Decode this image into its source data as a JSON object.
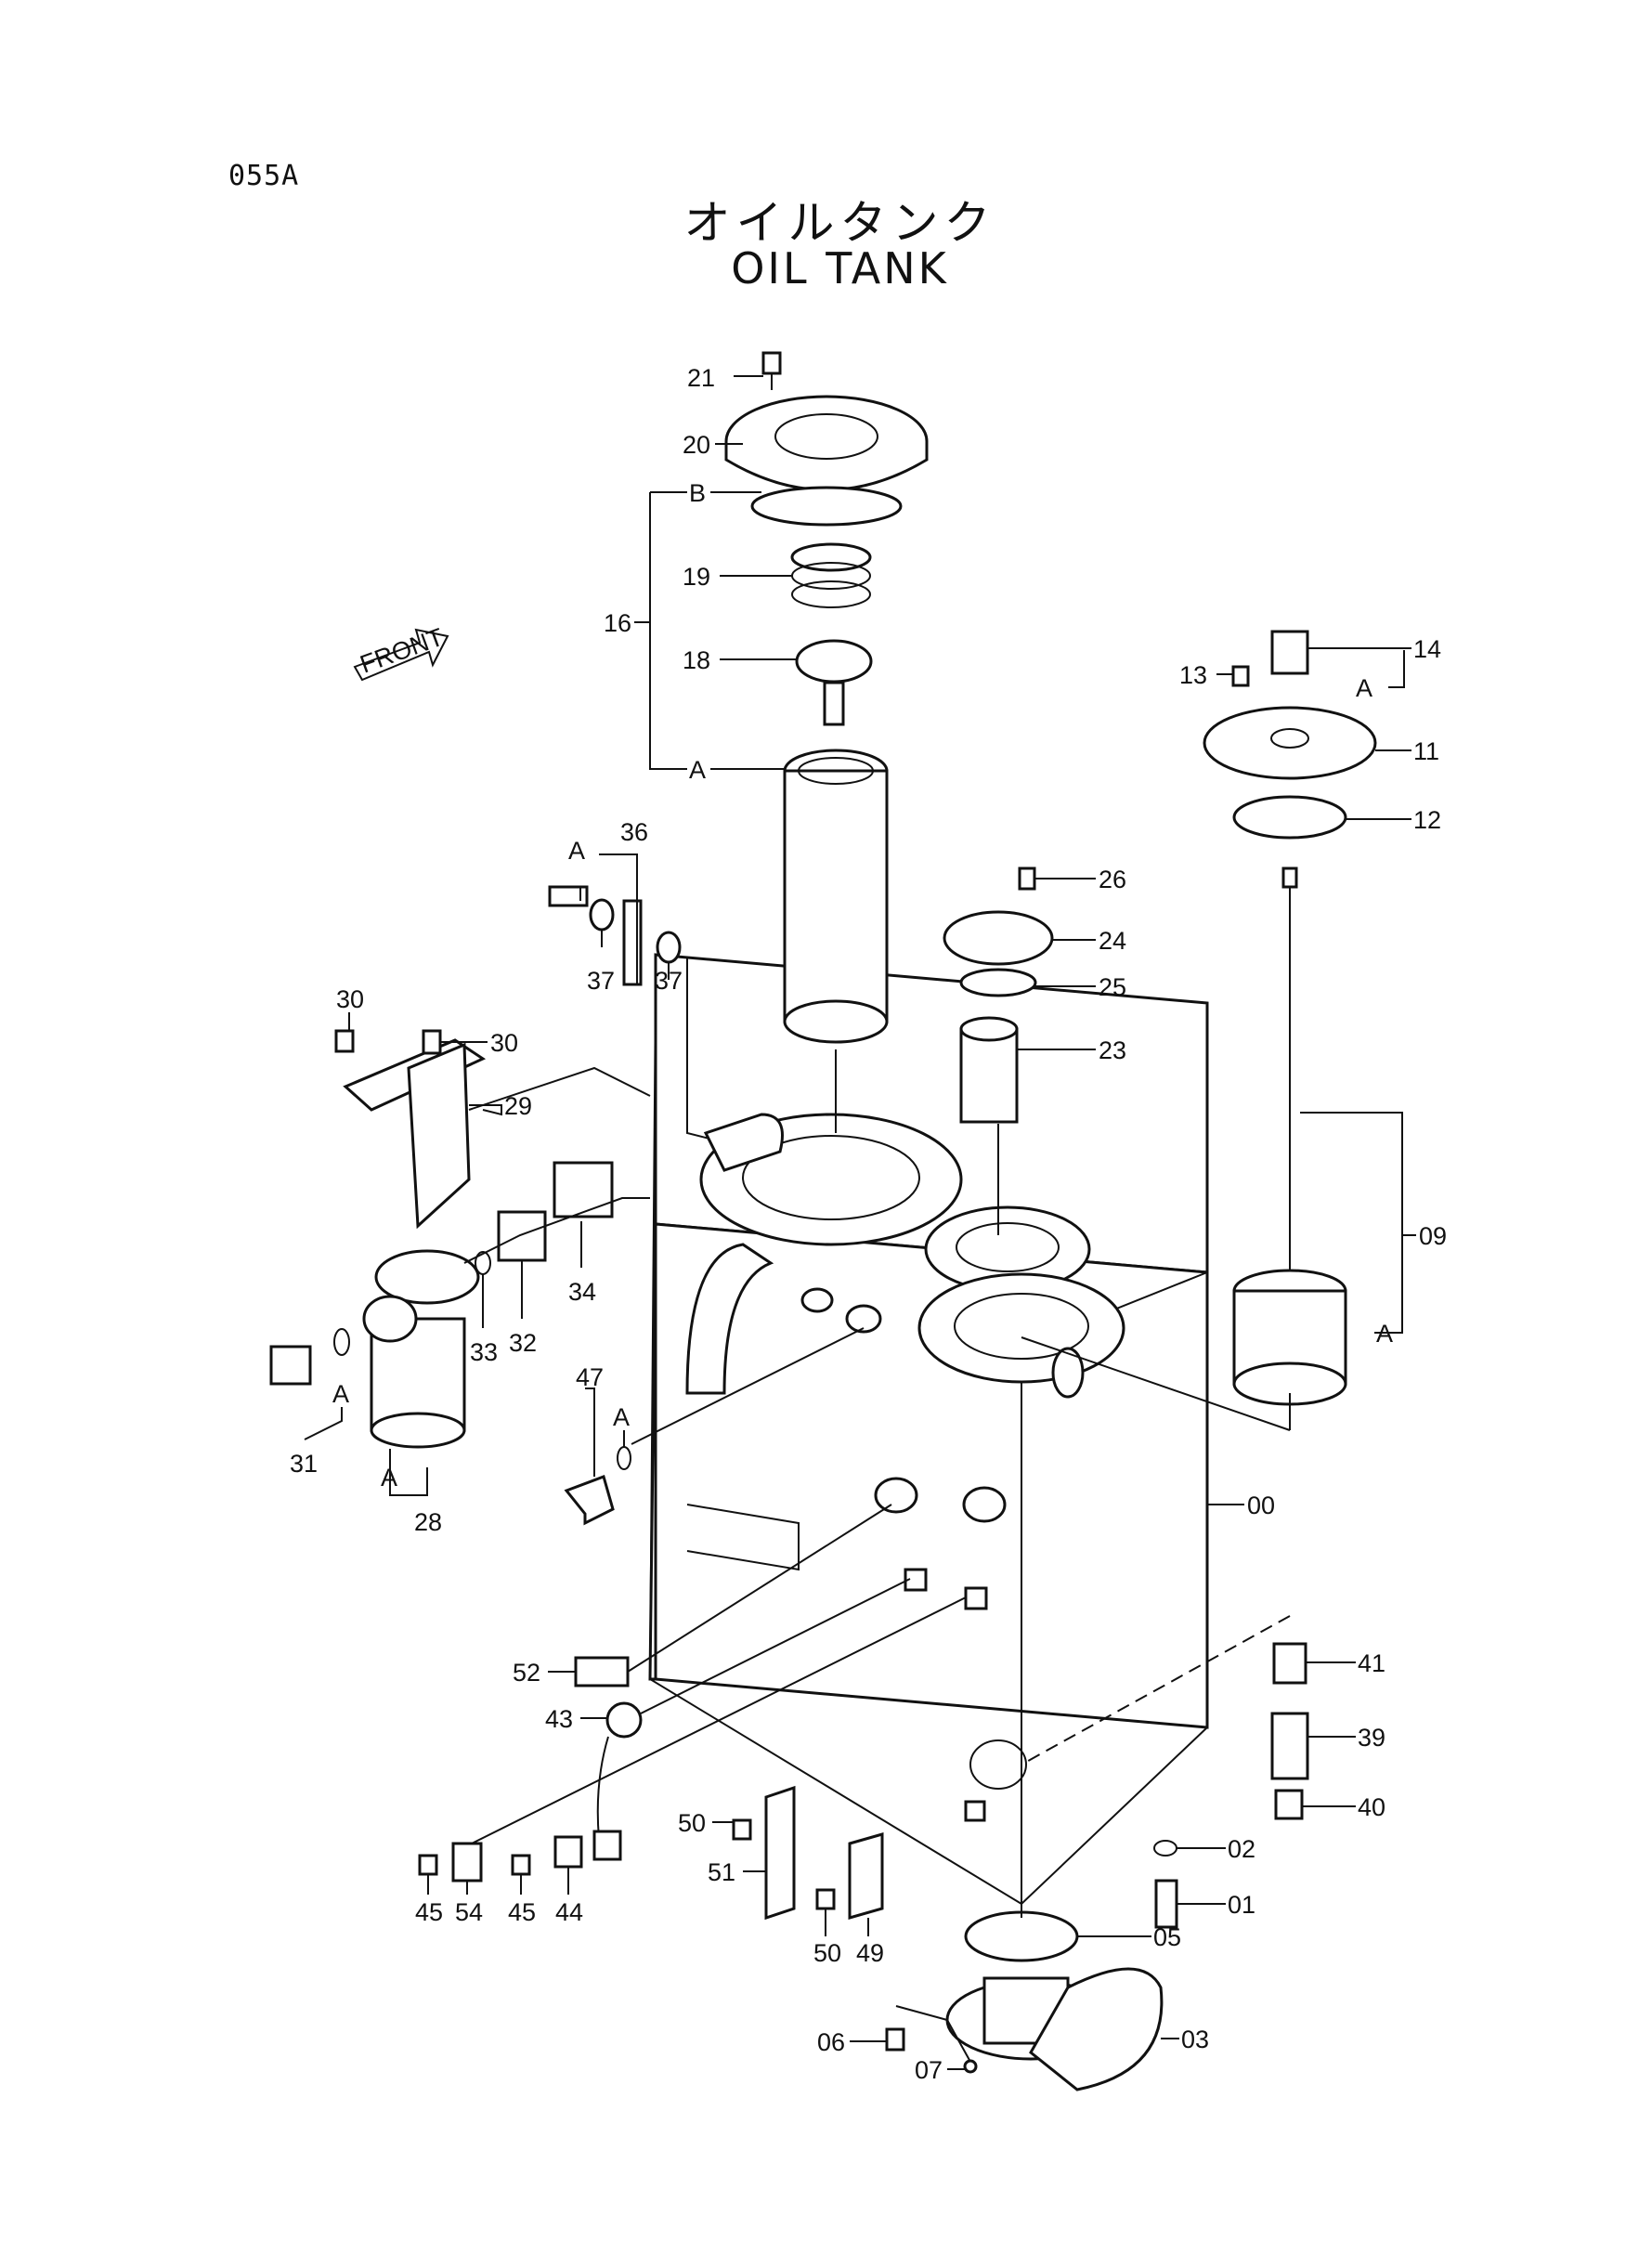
{
  "page_code": "055A",
  "title_jp": "オイルタンク",
  "title_en": "OIL TANK",
  "front_label": "FRONT",
  "part_labels": {
    "p21": "21",
    "p20": "20",
    "p16": "16",
    "pB": "B",
    "p19": "19",
    "p18": "18",
    "pA_top": "A",
    "p14": "14",
    "p13": "13",
    "pA_14": "A",
    "p11": "11",
    "p12": "12",
    "p36": "36",
    "pA_36": "A",
    "p37a": "37",
    "p37b": "37",
    "p26": "26",
    "p24": "24",
    "p25": "25",
    "p23": "23",
    "p30a": "30",
    "p30b": "30",
    "p29": "29",
    "p09": "09",
    "pA_09": "A",
    "p34": "34",
    "p32": "32",
    "p33": "33",
    "p31": "31",
    "pA_31": "A",
    "pA_28": "A",
    "p28": "28",
    "p47": "47",
    "pA_47": "A",
    "p00": "00",
    "p52": "52",
    "p43": "43",
    "p41": "41",
    "p39": "39",
    "p40": "40",
    "p50a": "50",
    "p51": "51",
    "p50b": "50",
    "p49": "49",
    "p45a": "45",
    "p54": "54",
    "p45b": "45",
    "p44": "44",
    "p02": "02",
    "p01": "01",
    "p05": "05",
    "p06": "06",
    "p07": "07",
    "p03": "03"
  }
}
